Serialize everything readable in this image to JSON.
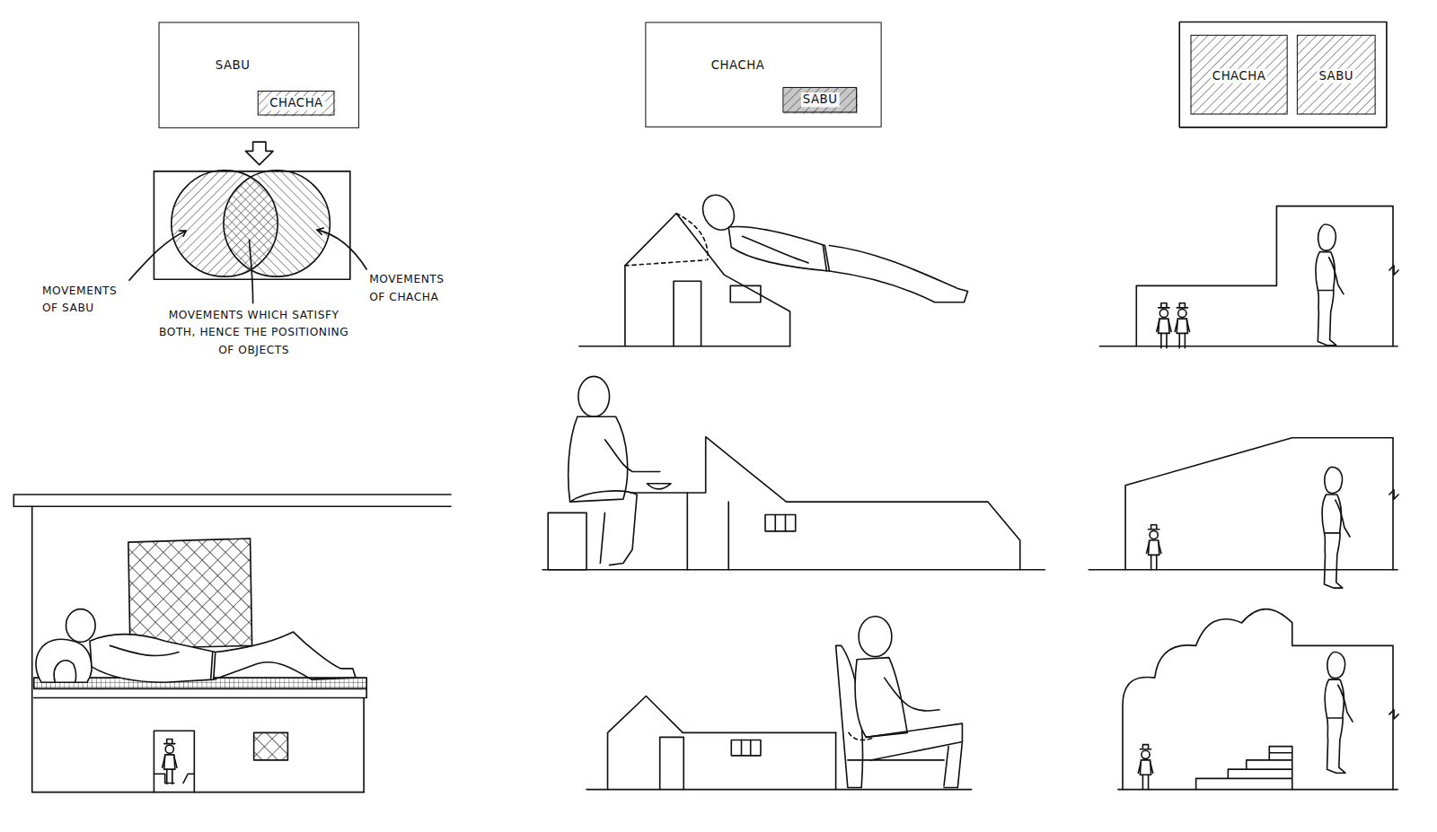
{
  "diagram": {
    "nodes": [
      {
        "text": [
          "SABU"
        ]
      },
      {
        "text": [
          "CHACHA"
        ],
        "in": 0
      },
      {
        "text": [
          "CHACHA"
        ]
      },
      {
        "text": [
          "SABU"
        ],
        "in": 2
      },
      {
        "text": [
          "CHACHA"
        ]
      },
      {
        "text": [
          "SABU"
        ]
      }
    ],
    "labels": [
      "MOVEMENTS OF SABU",
      "MOVEMENTS WHICH SATISFY BOTH, HENCE THE POSITIONING OF OBJECTS",
      "MOVEMENTS OF CHACHA"
    ]
  }
}
